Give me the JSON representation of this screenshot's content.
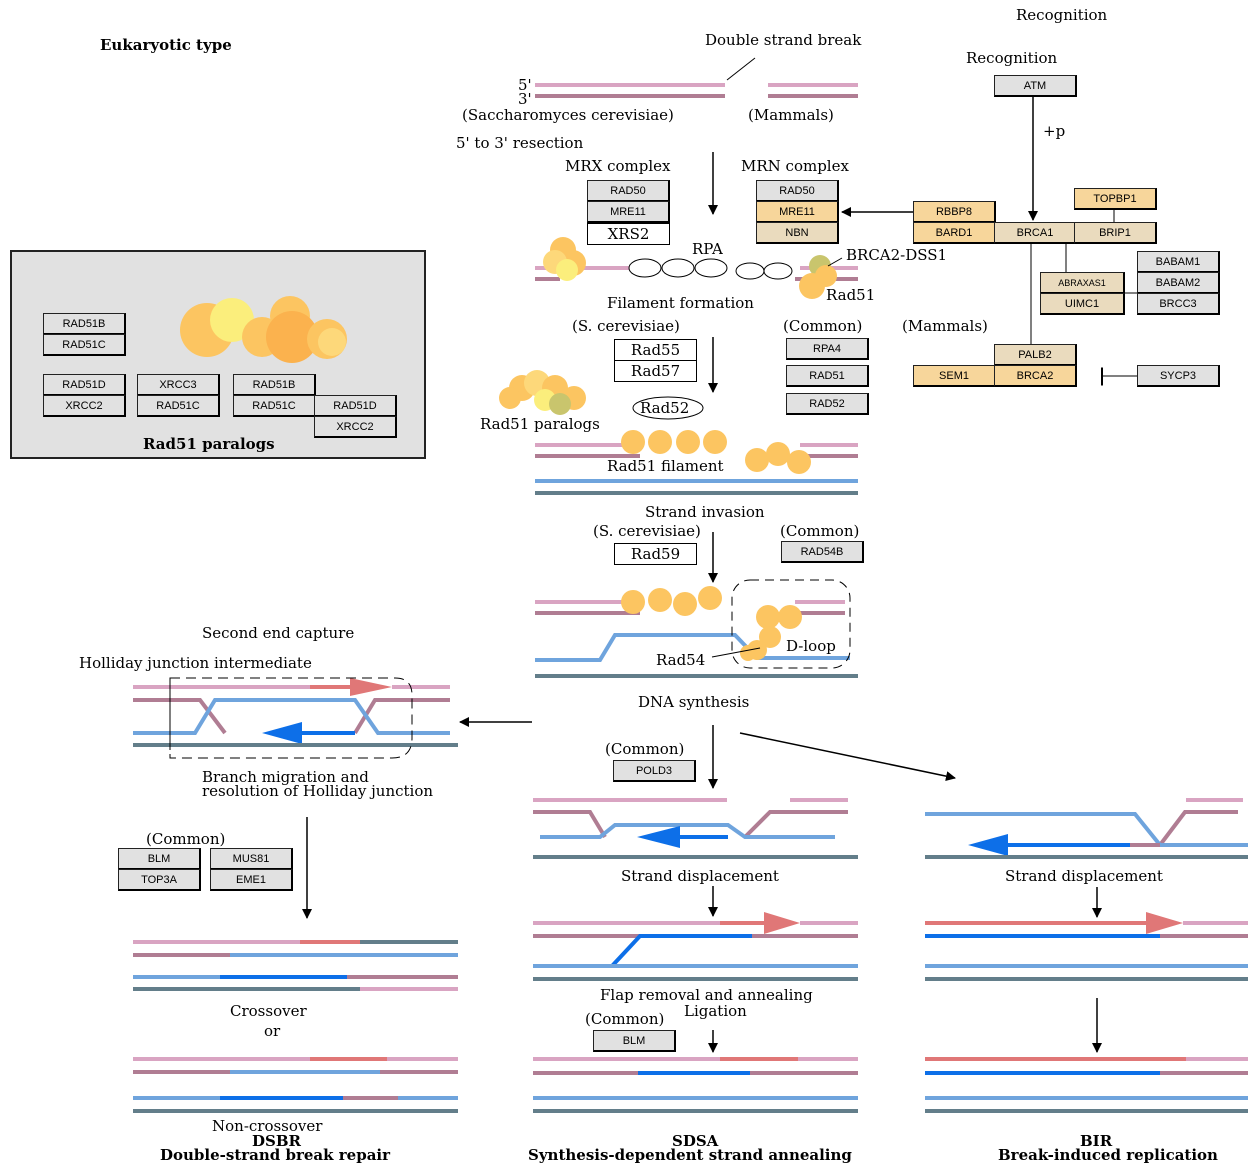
{
  "header": {
    "type": "Eukaryotic type",
    "recognition_top": "Recognition"
  },
  "labels": {
    "double_strand_break": "Double strand break",
    "five_prime": "5'",
    "three_prime": "3'",
    "saccharomyces": "(Saccharomyces cerevisiae)",
    "mammals": "(Mammals)",
    "resection": "5' to 3' resection",
    "mrx_complex": "MRX complex",
    "mrn_complex": "MRN complex",
    "rpa": "RPA",
    "brca2_dss1": "BRCA2-DSS1",
    "rad51": "Rad51",
    "filament_formation": "Filament formation",
    "s_cerevisiae_1": "(S. cerevisiae)",
    "common_1": "(Common)",
    "mammals_2": "(Mammals)",
    "rad52_oval": "Rad52",
    "rad51_paralogs": "Rad51 paralogs",
    "rad51_filament": "Rad51 filament",
    "strand_invasion": "Strand invasion",
    "s_cerevisiae_2": "(S. cerevisiae)",
    "common_2": "(Common)",
    "d_loop": "D-loop",
    "rad54": "Rad54",
    "dna_synthesis": "DNA synthesis",
    "second_end_capture": "Second end capture",
    "holliday_intermediate": "Holliday junction intermediate",
    "branch_migration_1": "Branch migration and",
    "branch_migration_2": "resolution of Holliday junction",
    "common_3": "(Common)",
    "common_4": "(Common)",
    "crossover": "Crossover",
    "or": "or",
    "non_crossover": "Non-crossover",
    "strand_displacement_1": "Strand displacement",
    "strand_displacement_2": "Strand displacement",
    "flap_removal": "Flap removal and annealing",
    "ligation": "Ligation",
    "common_5": "(Common)",
    "recognition": "Recognition",
    "plus_p": "+p",
    "panel_title": "Rad51 paralogs",
    "dsbr_abbr": "DSBR",
    "dsbr_full": "Double-strand break repair",
    "sdsa_abbr": "SDSA",
    "sdsa_full": "Synthesis-dependent strand annealing",
    "bir_abbr": "BIR",
    "bir_full": "Break-induced replication"
  },
  "genes": {
    "atm": "ATM",
    "topbp1": "TOPBP1",
    "rbbp8": "RBBP8",
    "bard1": "BARD1",
    "brca1": "BRCA1",
    "brip1": "BRIP1",
    "abraxas1": "ABRAXAS1",
    "uimc1": "UIMC1",
    "babam1": "BABAM1",
    "babam2": "BABAM2",
    "brcc3": "BRCC3",
    "palb2": "PALB2",
    "sem1": "SEM1",
    "brca2": "BRCA2",
    "sycp3": "SYCP3",
    "mrx_rad50": "RAD50",
    "mrx_mre11": "MRE11",
    "xrs2": "XRS2",
    "mrn_rad50": "RAD50",
    "mrn_mre11": "MRE11",
    "nbn": "NBN",
    "rad55": "Rad55",
    "rad57": "Rad57",
    "rpa4": "RPA4",
    "rad51": "RAD51",
    "rad52": "RAD52",
    "rad59": "Rad59",
    "rad54b": "RAD54B",
    "pold3": "POLD3",
    "blm_1": "BLM",
    "top3a": "TOP3A",
    "mus81": "MUS81",
    "eme1": "EME1",
    "blm_2": "BLM",
    "p_rad51b_1": "RAD51B",
    "p_rad51c_1": "RAD51C",
    "p_rad51d_1": "RAD51D",
    "p_xrcc2_1": "XRCC2",
    "p_xrcc3": "XRCC3",
    "p_rad51c_2": "RAD51C",
    "p_rad51b_2": "RAD51B",
    "p_rad51c_3": "RAD51C",
    "p_rad51d_2": "RAD51D",
    "p_xrcc2_2": "XRCC2"
  },
  "colors": {
    "pink": "#d9a4c2",
    "mauve": "#b07d93",
    "salmon": "#e07777",
    "lightblue": "#6fa4dd",
    "blue": "#0d6fe8",
    "slate": "#637e8a",
    "orange_box": "#f7d69b",
    "tan_box": "#eadbbe",
    "gray_box": "#e1e1e1"
  }
}
